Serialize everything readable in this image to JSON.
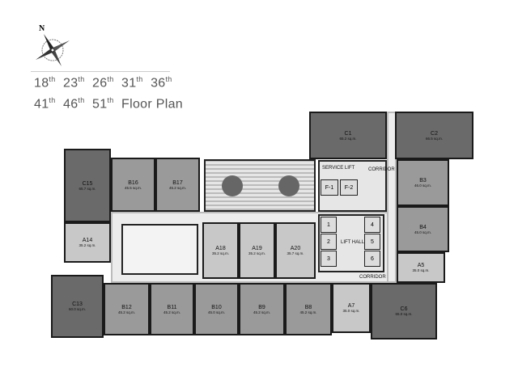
{
  "compass": {
    "north_label": "N"
  },
  "title": {
    "floors_line1": [
      [
        "18",
        "th"
      ],
      [
        "23",
        "th"
      ],
      [
        "26",
        "th"
      ],
      [
        "31",
        "th"
      ],
      [
        "36",
        "th"
      ]
    ],
    "floors_line2": [
      [
        "41",
        "th"
      ],
      [
        "46",
        "th"
      ],
      [
        "51",
        "th"
      ]
    ],
    "suffix": "Floor Plan"
  },
  "colors": {
    "dark": "#6a6a6a",
    "mid": "#9a9a9a",
    "light": "#c8c8c8",
    "corridor": "#ececec"
  },
  "labels": {
    "service_lift": "SERVICE LIFT",
    "corridor": "CORRIDOR",
    "lift_hall": "LIFT HALL",
    "service_lifts": [
      "F-1",
      "F-2"
    ],
    "passenger_lifts": [
      "1",
      "2",
      "3",
      "4",
      "5",
      "6"
    ]
  },
  "units": [
    {
      "name": "C1",
      "area": "65.2 sq.m.",
      "tone": "dark"
    },
    {
      "name": "C2",
      "area": "66.5 sq.m.",
      "tone": "dark"
    },
    {
      "name": "B3",
      "area": "46.0 sq.m.",
      "tone": "mid"
    },
    {
      "name": "B4",
      "area": "45.0 sq.m.",
      "tone": "mid"
    },
    {
      "name": "A5",
      "area": "35.0 sq.m.",
      "tone": "light"
    },
    {
      "name": "C6",
      "area": "65.0 sq.m.",
      "tone": "dark"
    },
    {
      "name": "A7",
      "area": "35.0 sq.m.",
      "tone": "light"
    },
    {
      "name": "B8",
      "area": "45.2 sq.m.",
      "tone": "mid"
    },
    {
      "name": "B9",
      "area": "45.2 sq.m.",
      "tone": "mid"
    },
    {
      "name": "B10",
      "area": "45.0 sq.m.",
      "tone": "mid"
    },
    {
      "name": "B11",
      "area": "45.2 sq.m.",
      "tone": "mid"
    },
    {
      "name": "B12",
      "area": "45.2 sq.m.",
      "tone": "mid"
    },
    {
      "name": "C13",
      "area": "60.0 sq.m.",
      "tone": "dark"
    },
    {
      "name": "A14",
      "area": "35.2 sq.m.",
      "tone": "light"
    },
    {
      "name": "C15",
      "area": "65.7 sq.m.",
      "tone": "dark"
    },
    {
      "name": "B16",
      "area": "45.5 sq.m.",
      "tone": "mid"
    },
    {
      "name": "B17",
      "area": "45.2 sq.m.",
      "tone": "mid"
    },
    {
      "name": "A18",
      "area": "35.2 sq.m.",
      "tone": "light"
    },
    {
      "name": "A19",
      "area": "35.2 sq.m.",
      "tone": "light"
    },
    {
      "name": "A20",
      "area": "35.7 sq.m.",
      "tone": "light"
    }
  ]
}
